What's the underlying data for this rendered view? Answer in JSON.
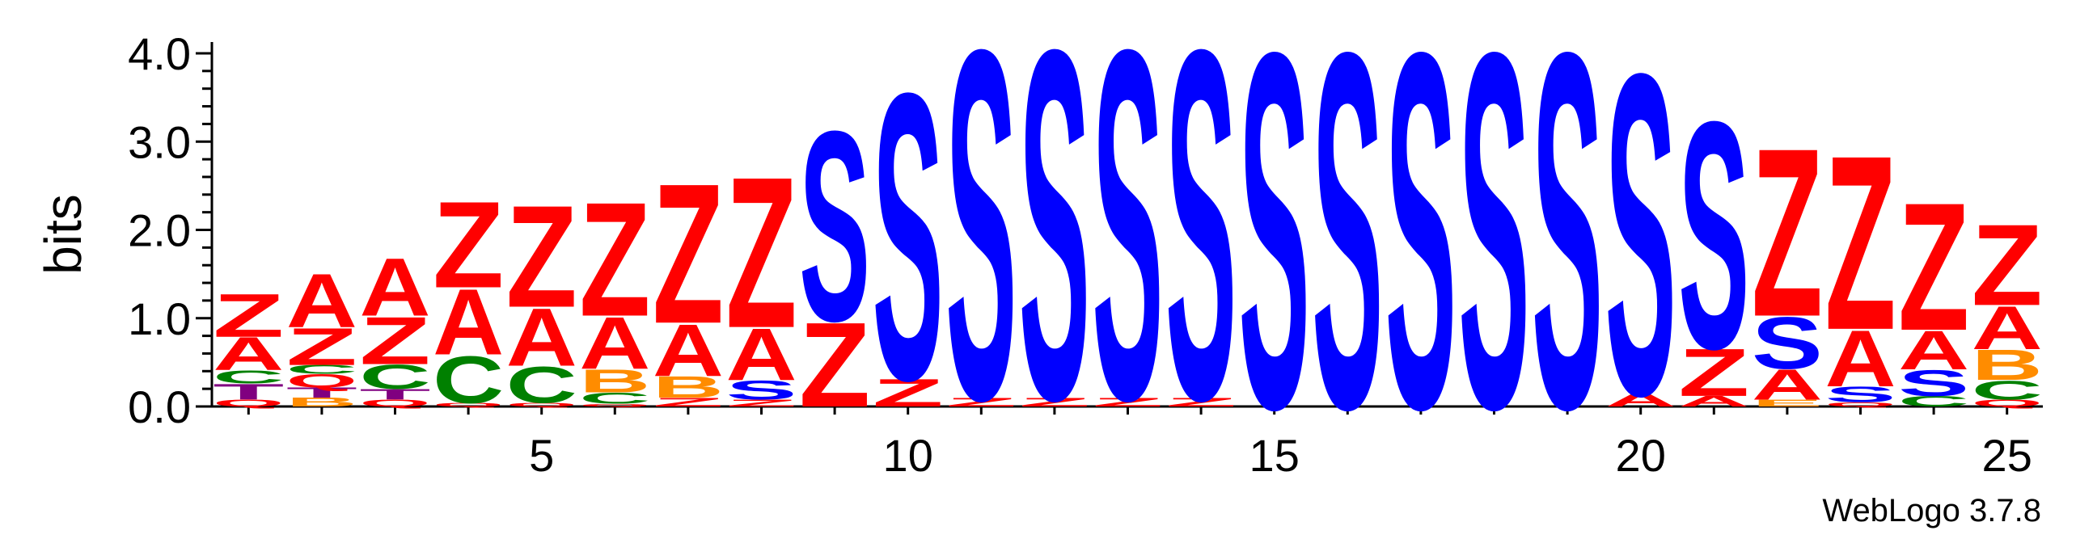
{
  "chart_data": {
    "type": "sequence-logo",
    "ylabel": "bits",
    "ylim": [
      0,
      4.0
    ],
    "y_ticks": [
      "0.0",
      "1.0",
      "2.0",
      "3.0",
      "4.0"
    ],
    "x_ticks": [
      5,
      10,
      15,
      20,
      25
    ],
    "num_positions": 25,
    "footer": "WebLogo 3.7.8",
    "colors": {
      "Z": "#ff0000",
      "A": "#ff0000",
      "S": "#0000ff",
      "C": "#008000",
      "B": "#ff8c00",
      "T": "#800080",
      "Q": "#ff0000",
      "E": "#ff8c00"
    },
    "positions": [
      {
        "x": 1,
        "stack": [
          [
            "Q",
            0.08
          ],
          [
            "T",
            0.18
          ],
          [
            "C",
            0.15
          ],
          [
            "A",
            0.38
          ],
          [
            "Z",
            0.5
          ]
        ]
      },
      {
        "x": 2,
        "stack": [
          [
            "B",
            0.1
          ],
          [
            "T",
            0.12
          ],
          [
            "Q",
            0.15
          ],
          [
            "C",
            0.1
          ],
          [
            "Z",
            0.43
          ],
          [
            "A",
            0.62
          ]
        ]
      },
      {
        "x": 3,
        "stack": [
          [
            "Q",
            0.08
          ],
          [
            "T",
            0.12
          ],
          [
            "C",
            0.28
          ],
          [
            "Z",
            0.55
          ],
          [
            "A",
            0.67
          ]
        ]
      },
      {
        "x": 4,
        "stack": [
          [
            "Q",
            0.04
          ],
          [
            "C",
            0.55
          ],
          [
            "A",
            0.76
          ],
          [
            "Z",
            1.0
          ]
        ]
      },
      {
        "x": 5,
        "stack": [
          [
            "Q",
            0.04
          ],
          [
            "C",
            0.42
          ],
          [
            "A",
            0.67
          ],
          [
            "Z",
            1.18
          ]
        ]
      },
      {
        "x": 6,
        "stack": [
          [
            "Q",
            0.03
          ],
          [
            "C",
            0.13
          ],
          [
            "B",
            0.27
          ],
          [
            "A",
            0.6
          ],
          [
            "Z",
            1.32
          ]
        ]
      },
      {
        "x": 7,
        "stack": [
          [
            "Z",
            0.1
          ],
          [
            "B",
            0.25
          ],
          [
            "A",
            0.6
          ],
          [
            "Z",
            1.62
          ]
        ]
      },
      {
        "x": 8,
        "stack": [
          [
            "Z",
            0.08
          ],
          [
            "S",
            0.22
          ],
          [
            "A",
            0.6
          ],
          [
            "Z",
            1.75
          ]
        ]
      },
      {
        "x": 9,
        "stack": [
          [
            "Z",
            0.98
          ],
          [
            "S",
            2.2
          ]
        ]
      },
      {
        "x": 10,
        "stack": [
          [
            "Z",
            0.32
          ],
          [
            "S",
            3.32
          ]
        ]
      },
      {
        "x": 11,
        "stack": [
          [
            "Z",
            0.1
          ],
          [
            "S",
            4.05
          ]
        ]
      },
      {
        "x": 12,
        "stack": [
          [
            "Z",
            0.1
          ],
          [
            "S",
            4.05
          ]
        ]
      },
      {
        "x": 13,
        "stack": [
          [
            "Z",
            0.1
          ],
          [
            "S",
            4.05
          ]
        ]
      },
      {
        "x": 14,
        "stack": [
          [
            "Z",
            0.1
          ],
          [
            "S",
            4.05
          ]
        ]
      },
      {
        "x": 15,
        "stack": [
          [
            "S",
            4.12
          ]
        ]
      },
      {
        "x": 16,
        "stack": [
          [
            "S",
            4.12
          ]
        ]
      },
      {
        "x": 17,
        "stack": [
          [
            "S",
            4.12
          ]
        ]
      },
      {
        "x": 18,
        "stack": [
          [
            "S",
            4.12
          ]
        ]
      },
      {
        "x": 19,
        "stack": [
          [
            "S",
            4.12
          ]
        ]
      },
      {
        "x": 20,
        "stack": [
          [
            "A",
            0.15
          ],
          [
            "S",
            3.72
          ]
        ]
      },
      {
        "x": 21,
        "stack": [
          [
            "A",
            0.12
          ],
          [
            "Z",
            0.55
          ],
          [
            "S",
            2.63
          ]
        ]
      },
      {
        "x": 22,
        "stack": [
          [
            "E",
            0.08
          ],
          [
            "A",
            0.35
          ],
          [
            "S",
            0.6
          ],
          [
            "Z",
            1.95
          ]
        ]
      },
      {
        "x": 23,
        "stack": [
          [
            "Q",
            0.05
          ],
          [
            "S",
            0.18
          ],
          [
            "A",
            0.65
          ],
          [
            "Z",
            2.02
          ]
        ]
      },
      {
        "x": 24,
        "stack": [
          [
            "C",
            0.12
          ],
          [
            "S",
            0.3
          ],
          [
            "A",
            0.45
          ],
          [
            "Z",
            1.48
          ]
        ]
      },
      {
        "x": 25,
        "stack": [
          [
            "Q",
            0.08
          ],
          [
            "C",
            0.22
          ],
          [
            "B",
            0.35
          ],
          [
            "A",
            0.5
          ],
          [
            "Z",
            0.94
          ]
        ]
      }
    ]
  }
}
